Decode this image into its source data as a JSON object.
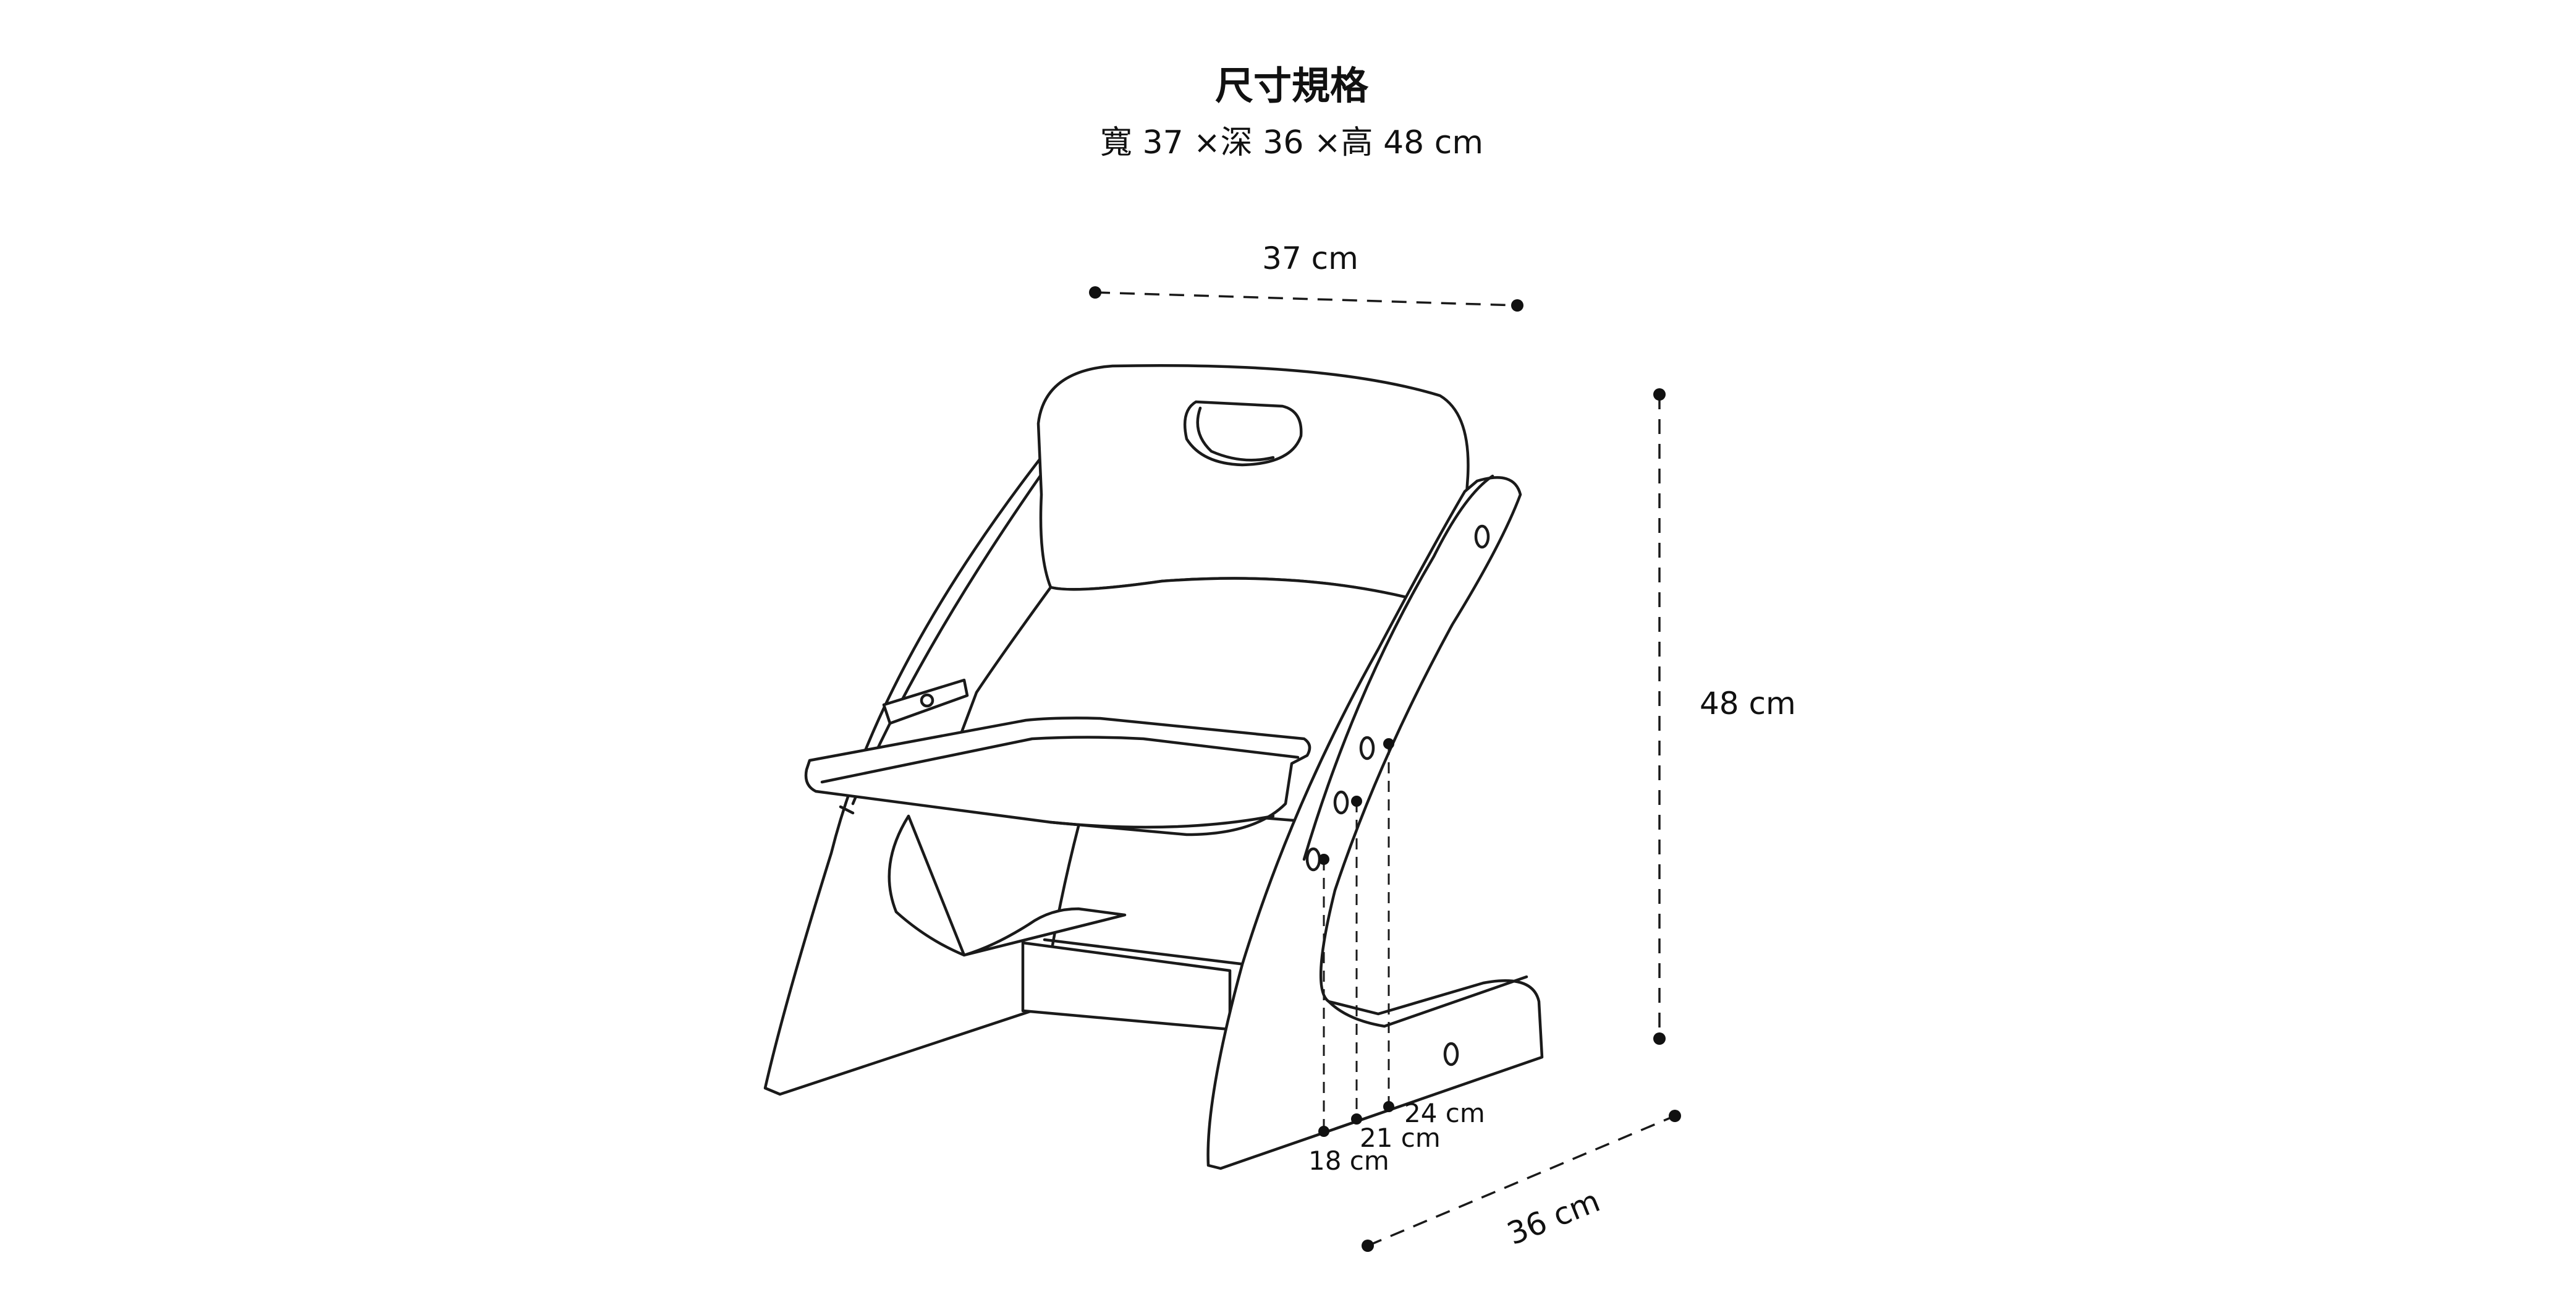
{
  "title": "尺寸規格",
  "subtitle": "寬 37 ×深 36 ×高 48 cm",
  "dimensions": {
    "width": "37 cm",
    "height": "48 cm",
    "depth": "36 cm",
    "seat_heights": [
      "24 cm",
      "21 cm",
      "18 cm"
    ]
  }
}
